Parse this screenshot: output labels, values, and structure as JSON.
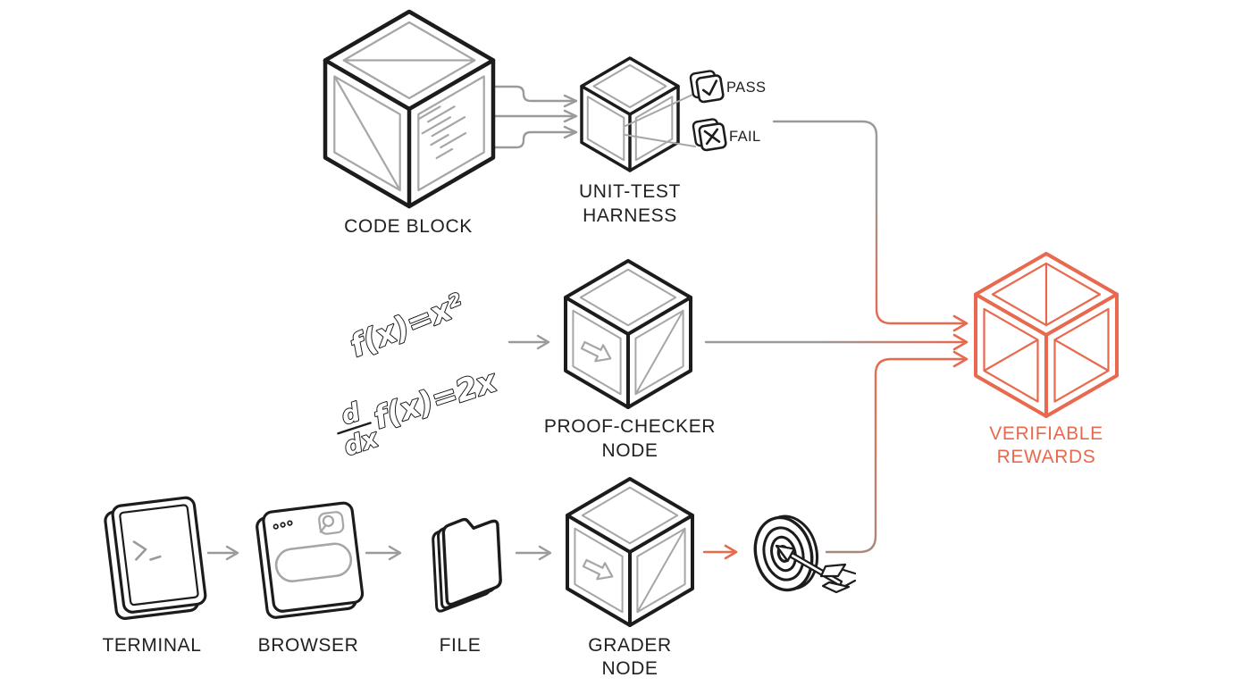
{
  "palette": {
    "background": "#ffffff",
    "ink": "#1c1c1c",
    "line_gray": "#9a9a9a",
    "inset_gray": "#a6a6a6",
    "accent_orange": "#e8694d",
    "fade_brown": "#a9887c",
    "label_text": "#212121"
  },
  "nodes": {
    "code_block": {
      "label": "CODE BLOCK",
      "icon": "isometric-cube-code-icon"
    },
    "unit_test_harness": {
      "label_line1": "UNIT-TEST",
      "label_line2": "HARNESS",
      "icon": "isometric-cube-icon"
    },
    "pass_badge": {
      "label": "PASS",
      "icon": "checkbox-check-icon"
    },
    "fail_badge": {
      "label": "FAIL",
      "icon": "checkbox-cross-icon"
    },
    "formula": {
      "line1": "f(x)=x²",
      "fraction_numerator": "d",
      "fraction_denominator": "dx",
      "line2_rest": "f(x)=2x",
      "icon": "outlined-math-text"
    },
    "proof_checker": {
      "label_line1": "PROOF-CHECKER",
      "label_line2": "NODE",
      "icon": "isometric-cube-arrow-icon"
    },
    "terminal": {
      "label": "TERMINAL",
      "icon": "terminal-window-icon"
    },
    "browser": {
      "label": "BROWSER",
      "icon": "browser-window-icon"
    },
    "file": {
      "label": "FILE",
      "icon": "folder-icon"
    },
    "grader": {
      "label_line1": "GRADER",
      "label_line2": "NODE",
      "icon": "isometric-cube-arrow-icon"
    },
    "target": {
      "icon": "bullseye-arrow-icon"
    },
    "rewards": {
      "label_line1": "VERIFIABLE",
      "label_line2": "REWARDS",
      "icon": "isometric-cube-icon"
    }
  },
  "edges": [
    {
      "from": "code_block",
      "to": "unit_test_harness",
      "style": "gray",
      "lines": 3
    },
    {
      "from": "unit_test_harness",
      "to": "pass_badge",
      "style": "gray"
    },
    {
      "from": "unit_test_harness",
      "to": "fail_badge",
      "style": "gray"
    },
    {
      "from": "unit_test_harness",
      "to": "rewards",
      "style": "gray-to-orange"
    },
    {
      "from": "formula",
      "to": "proof_checker",
      "style": "gray"
    },
    {
      "from": "proof_checker",
      "to": "rewards",
      "style": "gray-to-orange"
    },
    {
      "from": "terminal",
      "to": "browser",
      "style": "gray"
    },
    {
      "from": "browser",
      "to": "file",
      "style": "gray"
    },
    {
      "from": "file",
      "to": "grader",
      "style": "gray"
    },
    {
      "from": "grader",
      "to": "target",
      "style": "orange"
    },
    {
      "from": "target",
      "to": "rewards",
      "style": "brown-to-orange"
    }
  ]
}
